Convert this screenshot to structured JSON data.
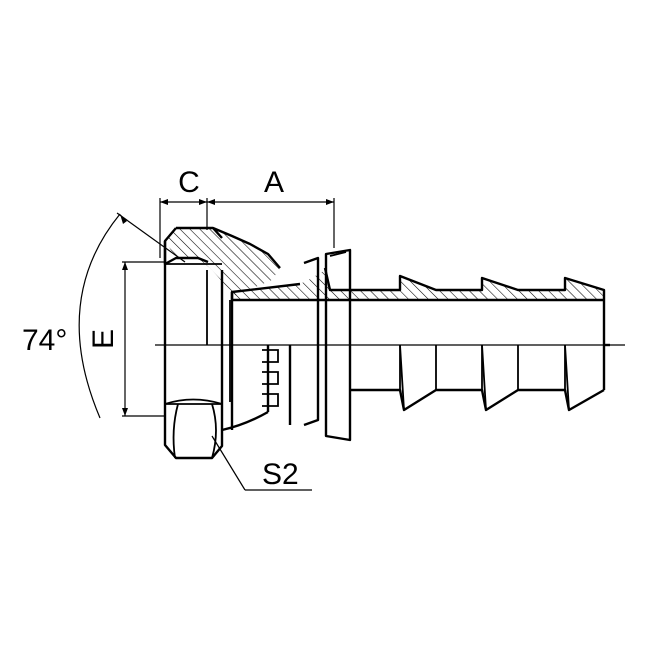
{
  "labels": {
    "c": "C",
    "a": "A",
    "angle": "74°",
    "e": "E",
    "s2": "S2"
  }
}
